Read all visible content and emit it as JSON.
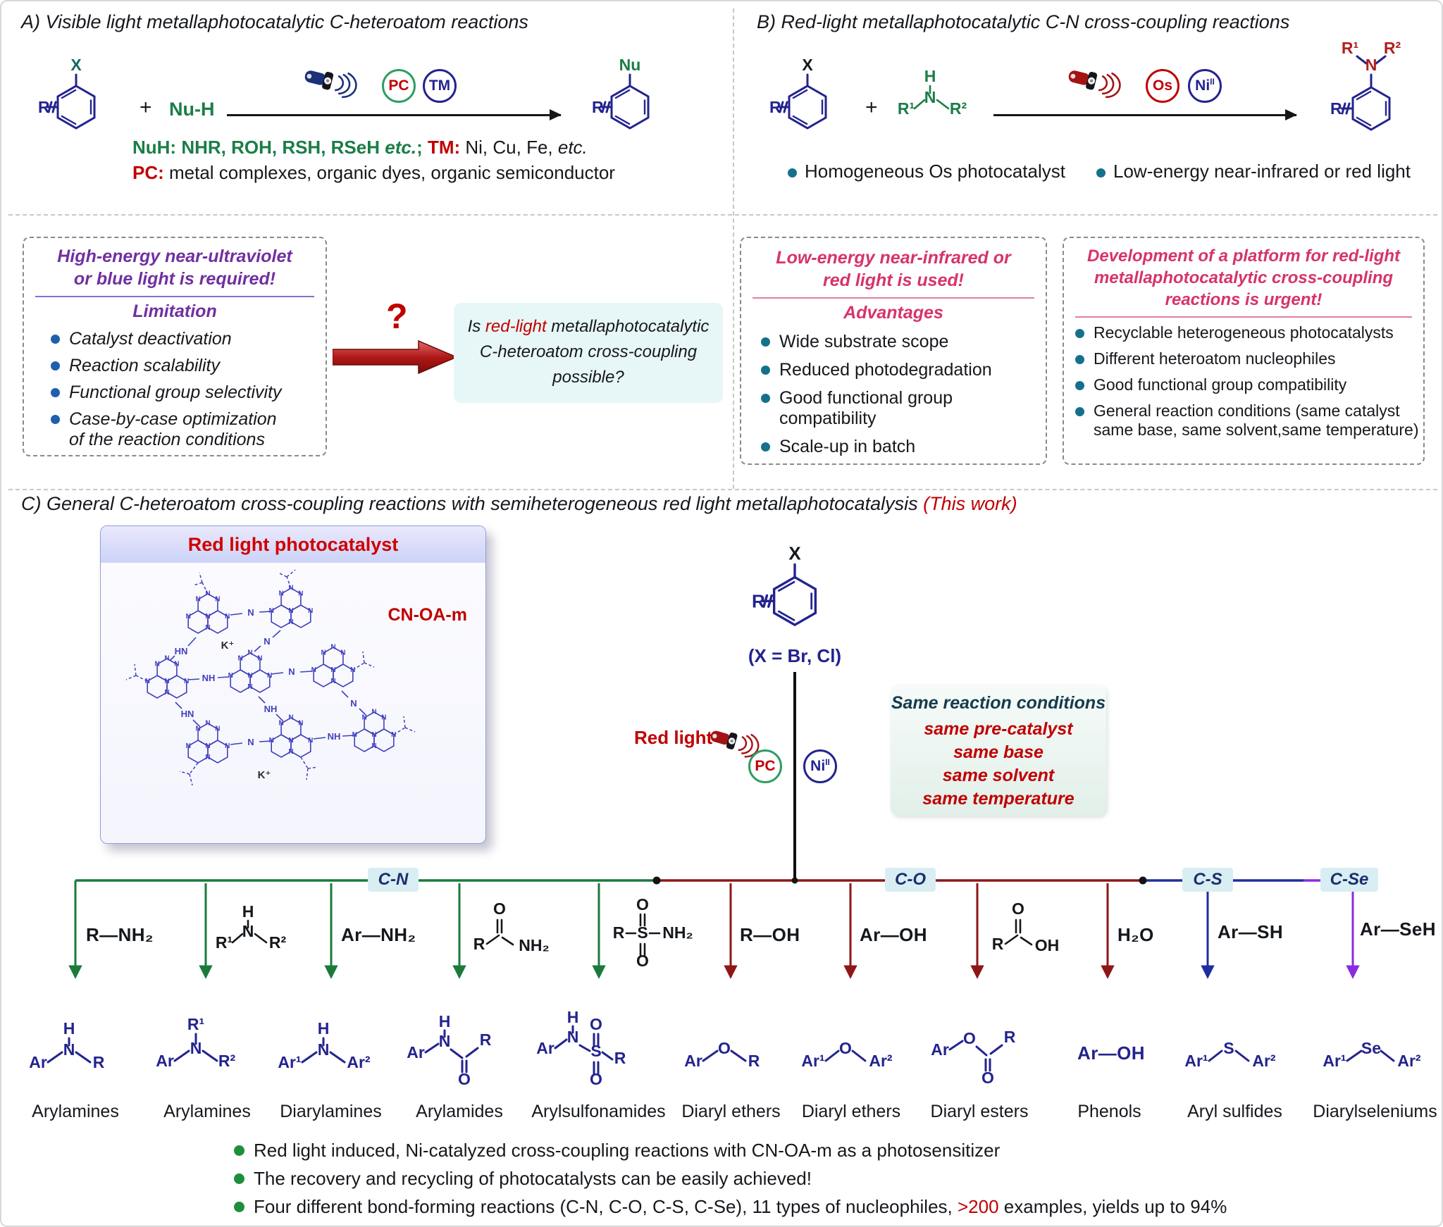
{
  "colors": {
    "navy": "#23238f",
    "green": "#1b7d47",
    "red": "#c00000",
    "crimson": "#d6336c",
    "purple": "#7030a0",
    "branch_cn": "#1a7a3c",
    "branch_co": "#8f1616",
    "branch_cs": "#1f2d9e",
    "branch_cse": "#8a2be2"
  },
  "panel_a": {
    "title": "A) Visible light metallaphotocatalytic C-heteroatom reactions",
    "x": "X",
    "r": "R",
    "plus": "+",
    "nu_h": "Nu-H",
    "pc": "PC",
    "tm": "TM",
    "product_nu": "Nu",
    "product_r": "R",
    "notes1": {
      "nuh": "NuH: NHR, ROH, RSH, RSeH ",
      "etc1": "etc.",
      "sep": "; ",
      "tm": "TM:",
      "metals": " Ni, Cu, Fe, ",
      "etc2": "etc."
    },
    "notes2": {
      "pc": "PC:",
      "rest": " metal complexes, organic dyes, organic semiconductor"
    }
  },
  "panel_b": {
    "title": "B) Red-light metallaphotocatalytic C-N cross-coupling reactions",
    "x": "X",
    "r": "R",
    "plus": "+",
    "amine": {
      "r1": "R¹",
      "h": "H",
      "n": "N",
      "r2": "R²"
    },
    "os": "Os",
    "ni": "Ni",
    "ni_sup": "II",
    "product": {
      "n": "N",
      "r1": "R¹",
      "r2": "R²",
      "r": "R"
    },
    "bullets": [
      "Homogeneous Os photocatalyst",
      "Low-energy near-infrared or red light"
    ]
  },
  "limitation_box": {
    "header1": "High-energy near-ultraviolet",
    "header2": "or blue light is required!",
    "subheader": "Limitation",
    "items": [
      "Catalyst deactivation",
      "Reaction scalability",
      "Functional group selectivity"
    ],
    "item4_line1": "Case-by-case optimization",
    "item4_line2": "of the reaction conditions"
  },
  "question": {
    "mark": "?",
    "line1_a": "Is ",
    "line1_red": "red-light",
    "line1_b": " metallaphotocatalytic",
    "line2": "C-heteroatom cross-coupling",
    "line3": "possible?"
  },
  "advantages_box": {
    "header1": "Low-energy near-infrared or",
    "header2": "red light is used!",
    "subheader": "Advantages",
    "items": [
      "Wide substrate scope",
      "Reduced photodegradation",
      "Good functional group compatibility",
      "Scale-up in batch"
    ]
  },
  "platform_box": {
    "header1": "Development of a platform for red-light",
    "header2": "metallaphotocatalytic cross-coupling",
    "header3": "reactions is urgent!",
    "items": [
      "Recyclable heterogeneous photocatalysts",
      "Different heteroatom nucleophiles",
      "Good functional group compatibility"
    ],
    "item4_line1": "General reaction conditions (same catalyst",
    "item4_line2": "same base, same solvent,same temperature)"
  },
  "panel_c": {
    "title": "C) General C-heteroatom cross-coupling reactions with semiheterogeneous red light metallaphotocatalysis ",
    "title_red": "(This work)",
    "catalyst_box": {
      "header": "Red light photocatalyst",
      "label": "CN-OA-m",
      "n": "N",
      "hn": "HN",
      "nh": "NH",
      "k": "K⁺"
    },
    "halide": {
      "x": "X",
      "r": "R",
      "note": "(X = Br, Cl)"
    },
    "red_light": "Red light",
    "pc": "PC",
    "ni": "Ni",
    "ni_sup": "II",
    "conditions": {
      "header": "Same reaction conditions",
      "items": [
        "same pre-catalyst",
        "same base",
        "same solvent",
        "same temperature"
      ]
    },
    "bonds": {
      "cn": "C-N",
      "co": "C-O",
      "cs": "C-S",
      "cse": "C-Se"
    },
    "columns": [
      {
        "substrate": "R—NH₂",
        "name": "Arylamines",
        "p": {
          "a1": "Ar",
          "h": "H",
          "n": "N",
          "a2": "R"
        }
      },
      {
        "s": {
          "r1": "R¹",
          "h": "H",
          "n": "N",
          "r2": "R²"
        },
        "name": "Arylamines",
        "p": {
          "a1": "Ar",
          "r1": "R¹",
          "n": "N",
          "r2": "R²"
        }
      },
      {
        "substrate": "Ar—NH₂",
        "name": "Diarylamines",
        "p": {
          "a1": "Ar¹",
          "h": "H",
          "n": "N",
          "a2": "Ar²"
        }
      },
      {
        "s": {
          "r": "R",
          "o": "O",
          "nh2": "NH₂"
        },
        "name": "Arylamides",
        "p": {
          "a1": "Ar",
          "h": "H",
          "n": "N",
          "o": "O",
          "r": "R"
        }
      },
      {
        "s": {
          "r": "R",
          "sx": "S",
          "o1": "O",
          "o2": "O",
          "nh2": "NH₂"
        },
        "name": "Arylsulfonamides",
        "p": {
          "a1": "Ar",
          "h": "H",
          "n": "N",
          "sx": "S",
          "o1": "O",
          "o2": "O",
          "r": "R"
        }
      },
      {
        "substrate": "R—OH",
        "name": "Diaryl ethers",
        "p": {
          "a1": "Ar",
          "x": "O",
          "a2": "R"
        }
      },
      {
        "substrate": "Ar—OH",
        "name": "Diaryl ethers",
        "p": {
          "a1": "Ar¹",
          "x": "O",
          "a2": "Ar²"
        }
      },
      {
        "s": {
          "r": "R",
          "o": "O",
          "oh": "OH"
        },
        "name": "Diaryl esters",
        "p": {
          "a1": "Ar",
          "o1": "O",
          "o2": "O",
          "r": "R"
        }
      },
      {
        "substrate": "H₂O",
        "name": "Phenols",
        "p_text": "Ar—OH"
      },
      {
        "substrate": "Ar—SH",
        "name": "Aryl sulfides",
        "p": {
          "a1": "Ar¹",
          "x": "S",
          "a2": "Ar²"
        }
      },
      {
        "substrate": "Ar—SeH",
        "name": "Diarylseleniums",
        "p": {
          "a1": "Ar¹",
          "x": "Se",
          "a2": "Ar²"
        }
      }
    ],
    "bullets": {
      "b1": "Red light induced, Ni-catalyzed cross-coupling reactions with CN-OA-m as a photosensitizer",
      "b2": "The recovery and recycling of photocatalysts can be easily achieved!",
      "b3a": "Four different bond-forming reactions (C-N, C-O, C-S, C-Se), 11 types of nucleophiles, ",
      "b3red": ">200",
      "b3b": " examples,  yields up to 94%"
    }
  }
}
